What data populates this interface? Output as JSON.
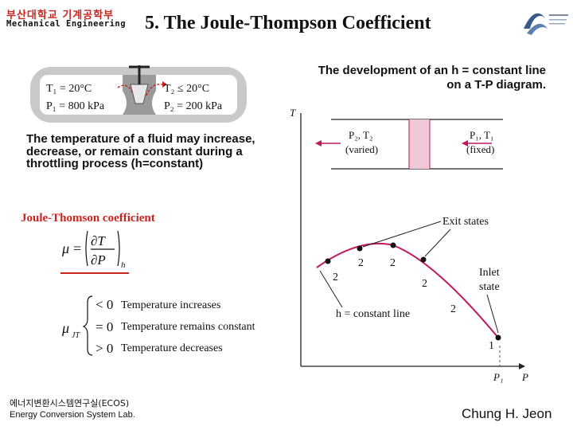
{
  "header": {
    "univ_name_kr": "부산대학교 기계공학부",
    "dept_name_en": "Mechanical Engineering",
    "title": "5. The Joule-Thompson Coefficient"
  },
  "caption": {
    "line1": "The development of an h = constant line",
    "line2": "on a T-P diagram."
  },
  "valve_figure": {
    "t1": "T₁ = 20°C",
    "p1": "P₁ = 800 kPa",
    "t2": "T₂ ≤ 20°C",
    "p2": "P₂ = 200 kPa"
  },
  "description": "The temperature of a fluid may increase, decrease, or remain constant during a throttling process (h=constant)",
  "jt_label": "Joule-Thomson coefficient",
  "conditions": {
    "neg": "Temperature increases",
    "zero": "Temperature remains constant",
    "pos": "Temperature decreases"
  },
  "tp_diagram": {
    "axis_t": "T",
    "axis_p": "P",
    "p1_tick": "P₁",
    "duct_left_label": "P₂, T₂",
    "duct_left_sub": "(varied)",
    "duct_right_label": "P₁, T₁",
    "duct_right_sub": "(fixed)",
    "exit_states": "Exit states",
    "inlet_state_l1": "Inlet",
    "inlet_state_l2": "state",
    "h_line": "h = constant line",
    "point_labels": [
      "2",
      "2",
      "2",
      "2",
      "2",
      "1"
    ]
  },
  "footer": {
    "lab_kr": "에너지변환시스템연구실(ECOS)",
    "lab_en": "Energy Conversion System Lab.",
    "author": "Chung H. Jeon"
  },
  "colors": {
    "accent_red": "#c8251f",
    "curve_magenta": "#c2185b",
    "duct_pink": "#f0c8d8"
  },
  "icons": [
    "university-logo-icon",
    "wave-logo-icon"
  ]
}
